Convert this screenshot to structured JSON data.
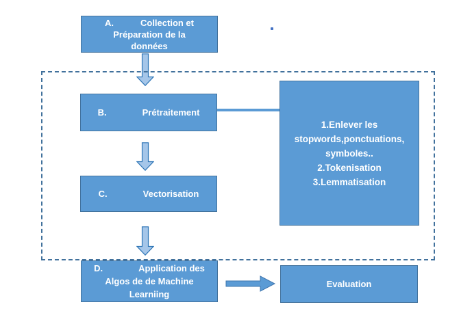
{
  "diagram": {
    "type": "flowchart",
    "language": "fr",
    "steps": {
      "a": {
        "label": "A.",
        "title": "Collection et Préparation de la données",
        "lines": [
          "A.   Collection et",
          "Préparation de la",
          "données"
        ]
      },
      "b": {
        "label": "B.",
        "title": "Prétraitement",
        "lines": [
          "B.    Prétraitement"
        ]
      },
      "c": {
        "label": "C.",
        "title": "Vectorisation",
        "lines": [
          "C.    Vectorisation"
        ]
      },
      "d": {
        "label": "D.",
        "title": "Application des Algos de de Machine Learniing",
        "lines": [
          "D.    Application des",
          "Algos de de Machine",
          "Learniing"
        ]
      },
      "evaluation": {
        "title": "Evaluation",
        "lines": [
          "Evaluation"
        ]
      },
      "preprocessing_details": {
        "lines": [
          "1.Enlever les",
          "stopwords,ponctuations,",
          "symboles..",
          "2.Tokenisation",
          "3.Lemmatisation"
        ]
      }
    },
    "colors": {
      "box_fill": "#5B9BD5",
      "box_border": "#41719C",
      "dashed_border": "#41719C",
      "block_arrow_fill": "#A5C6E9",
      "block_arrow_stroke": "#2E75B6",
      "solid_arrow_fill": "#5B9BD5",
      "solid_arrow_stroke": "#3E74AD",
      "text": "#FFFFFF",
      "stray_dot": "#4472C4"
    }
  }
}
